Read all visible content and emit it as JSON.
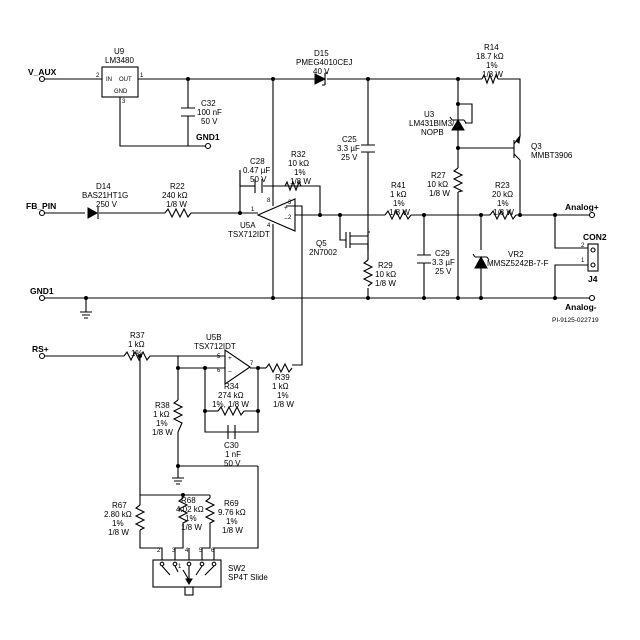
{
  "nets": {
    "v_aux": "V_AUX",
    "fb_pin": "FB_PIN",
    "gnd1_left": "GND1",
    "gnd1_top": "GND1",
    "rs_plus": "RS+",
    "analog_plus": "Analog+",
    "analog_minus": "Analog-"
  },
  "u9": {
    "ref": "U9",
    "part": "LM3480",
    "in": "IN",
    "out": "OUT",
    "gnd": "GND",
    "pin1": "1",
    "pin2": "2",
    "pin3": "3"
  },
  "c32": {
    "ref": "C32",
    "value": "100 nF",
    "rating": "50 V"
  },
  "d15": {
    "ref": "D15",
    "part": "PMEG4010CEJ",
    "rating": "40 V"
  },
  "r14": {
    "ref": "R14",
    "value": "18.7 kΩ",
    "tol": "1%",
    "power": "1/8 W"
  },
  "u3": {
    "ref": "U3",
    "part": "LM431BIM3/",
    "part2": "NOPB"
  },
  "q3": {
    "ref": "Q3",
    "part": "MMBT3906"
  },
  "c25": {
    "ref": "C25",
    "value": "3.3 µF",
    "rating": "25 V"
  },
  "c28": {
    "ref": "C28",
    "value": "0.47 µF",
    "rating": "50 V"
  },
  "r32": {
    "ref": "R32",
    "value": "10 kΩ",
    "tol": "1%",
    "power": "1/8 W"
  },
  "d14": {
    "ref": "D14",
    "part": "BAS21HT1G",
    "rating": "250 V"
  },
  "r22": {
    "ref": "R22",
    "value": "240 kΩ",
    "power": "1/8 W"
  },
  "u5a": {
    "ref": "U5A",
    "part": "TSX712IDT",
    "pin1": "1",
    "pin2": "2",
    "pin3": "3",
    "pin4": "4",
    "pin8": "8"
  },
  "r41": {
    "ref": "R41",
    "value": "1 kΩ",
    "tol": "1%",
    "power": "1/8 W"
  },
  "r27": {
    "ref": "R27",
    "value": "10 kΩ",
    "power": "1/8 W"
  },
  "r23": {
    "ref": "R23",
    "value": "20 kΩ",
    "tol": "1%",
    "power": "1/8 W"
  },
  "q5": {
    "ref": "Q5",
    "part": "2N7002"
  },
  "r29": {
    "ref": "R29",
    "value": "10 kΩ",
    "power": "1/8 W"
  },
  "c29": {
    "ref": "C29",
    "value": "3.3 µF",
    "rating": "25 V"
  },
  "vr2": {
    "ref": "VR2",
    "part": "MMSZ5242B-7-F"
  },
  "con2": {
    "ref": "CON2",
    "ref2": "J4",
    "pin1": "1",
    "pin2": "2"
  },
  "pi_code": "PI-9125-022719",
  "r37": {
    "ref": "R37",
    "value": "1 kΩ",
    "tol": "1%"
  },
  "u5b": {
    "ref": "U5B",
    "part": "TSX712IDT",
    "pin5": "5",
    "pin6": "6",
    "pin7": "7"
  },
  "r39": {
    "ref": "R39",
    "value": "1 kΩ",
    "tol": "1%",
    "power": "1/8 W"
  },
  "r34": {
    "ref": "R34",
    "value": "274 kΩ",
    "spec": "1%, 1/8 W"
  },
  "r38": {
    "ref": "R38",
    "value": "1 kΩ",
    "tol": "1%",
    "power": "1/8 W"
  },
  "c30": {
    "ref": "C30",
    "value": "1 nF",
    "rating": "50 V"
  },
  "r67": {
    "ref": "R67",
    "value": "2.80 kΩ",
    "tol": "1%",
    "power": "1/8 W"
  },
  "r68": {
    "ref": "R68",
    "value": "4.02 kΩ",
    "tol": "1%",
    "power": "1/8 W"
  },
  "r69": {
    "ref": "R69",
    "value": "9.76 kΩ",
    "tol": "1%",
    "power": "1/8 W"
  },
  "sw2": {
    "ref": "SW2",
    "part": "SP4T Slide",
    "p1": "1",
    "p2": "2",
    "p3": "3",
    "p4": "4",
    "p5": "5",
    "p6": "6"
  }
}
